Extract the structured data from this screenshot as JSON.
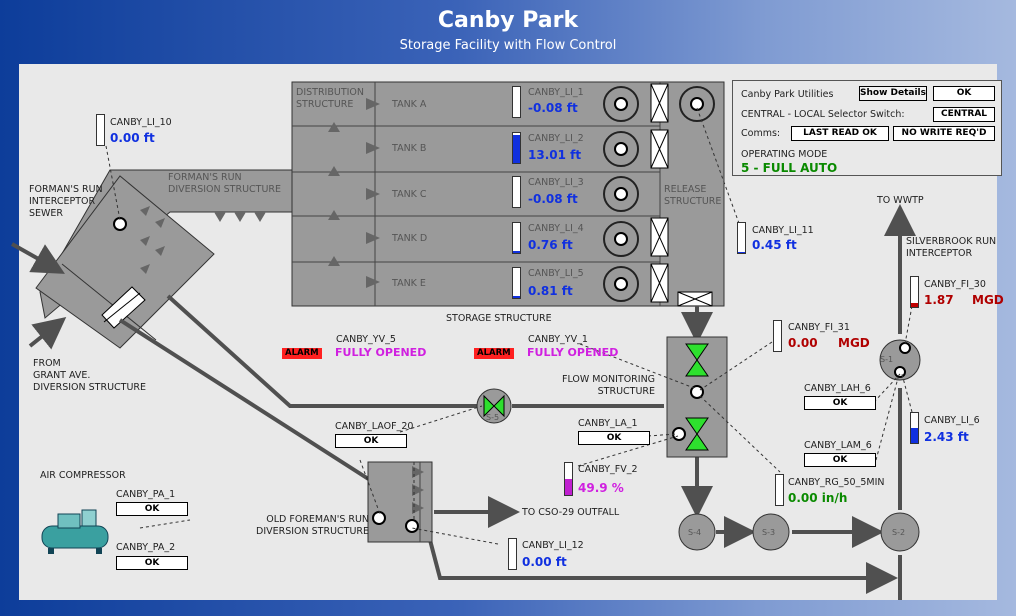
{
  "header": {
    "title": "Canby Park",
    "subtitle": "Storage Facility with Flow Control"
  },
  "utilities_panel": {
    "name": "Canby Park Utilities",
    "show_details_label": "Show Details",
    "status_ok": "OK",
    "selector_label": "CENTRAL - LOCAL Selector Switch:",
    "selector_value": "CENTRAL",
    "comms_label": "Comms:",
    "comms_read": "LAST READ OK",
    "comms_write": "NO WRITE REQ'D",
    "mode_label": "OPERATING MODE",
    "mode_value": "5  - FULL AUTO"
  },
  "structures": {
    "distribution": "DISTRIBUTION\nSTRUCTURE",
    "formans_diversion": "FORMAN'S RUN\nDIVERSION STRUCTURE",
    "formans_sewer": "FORMAN'S RUN\nINTERCEPTOR\nSEWER",
    "grant_ave": "FROM\nGRANT AVE.\nDIVERSION STRUCTURE",
    "storage": "STORAGE STRUCTURE",
    "release": "RELEASE\nSTRUCTURE",
    "flow_monitoring": "FLOW MONITORING\nSTRUCTURE",
    "old_formans": "OLD FOREMAN'S RUN\nDIVERSION STRUCTURE",
    "cso": "TO CSO-29 OUTFALL",
    "wwtp": "TO WWTP",
    "silverbrook": "SILVERBROOK RUN\nINTERCEPTOR",
    "air_compressor": "AIR COMPRESSOR"
  },
  "tanks": [
    {
      "name": "TANK A",
      "tag": "CANBY_LI_1",
      "value": "-0.08  ft",
      "level": 0.0
    },
    {
      "name": "TANK B",
      "tag": "CANBY_LI_2",
      "value": "13.01  ft",
      "level": 0.95
    },
    {
      "name": "TANK C",
      "tag": "CANBY_LI_3",
      "value": "-0.08  ft",
      "level": 0.0
    },
    {
      "name": "TANK D",
      "tag": "CANBY_LI_4",
      "value": "0.76  ft",
      "level": 0.06
    },
    {
      "name": "TANK E",
      "tag": "CANBY_LI_5",
      "value": "0.81  ft",
      "level": 0.06
    }
  ],
  "instruments": {
    "li10": {
      "tag": "CANBY_LI_10",
      "value": "0.00  ft",
      "level": 0
    },
    "li11": {
      "tag": "CANBY_LI_11",
      "value": "0.45  ft",
      "level": 0.03
    },
    "li12": {
      "tag": "CANBY_LI_12",
      "value": "0.00  ft",
      "level": 0
    },
    "li6": {
      "tag": "CANBY_LI_6",
      "value": "2.43  ft",
      "level": 0.5
    },
    "fi30": {
      "tag": "CANBY_FI_30",
      "value": "1.87",
      "unit": "MGD",
      "level": 0.15
    },
    "fi31": {
      "tag": "CANBY_FI_31",
      "value": "0.00",
      "unit": "MGD",
      "level": 0
    },
    "fv2": {
      "tag": "CANBY_FV_2",
      "value": "49.9  %",
      "level": 0.5
    },
    "rg50": {
      "tag": "CANBY_RG_50_5MIN",
      "value": "0.00  in/h",
      "level": 0
    }
  },
  "valves": {
    "yv5": {
      "tag": "CANBY_YV_5",
      "alarm": "ALARM",
      "state": "FULLY OPENED"
    },
    "yv1": {
      "tag": "CANBY_YV_1",
      "alarm": "ALARM",
      "state": "FULLY OPENED"
    }
  },
  "status_points": {
    "laof20": {
      "tag": "CANBY_LAOF_20",
      "value": "OK"
    },
    "la1": {
      "tag": "CANBY_LA_1",
      "value": "OK"
    },
    "lah6": {
      "tag": "CANBY_LAH_6",
      "value": "OK"
    },
    "lam6": {
      "tag": "CANBY_LAM_6",
      "value": "OK"
    },
    "pa1": {
      "tag": "CANBY_PA_1",
      "value": "OK"
    },
    "pa2": {
      "tag": "CANBY_PA_2",
      "value": "OK"
    }
  },
  "manholes": {
    "s1": "S-1",
    "s2": "S-2",
    "s3": "S-3",
    "s4": "S-4",
    "s5": "S-5"
  },
  "colors": {
    "pipe": "#505050",
    "structure": "#9a9a9a",
    "valve": "#2ee02e",
    "level_fill": "#1030e0",
    "fv_fill": "#c020d0",
    "fi_fill": "#c00000"
  }
}
